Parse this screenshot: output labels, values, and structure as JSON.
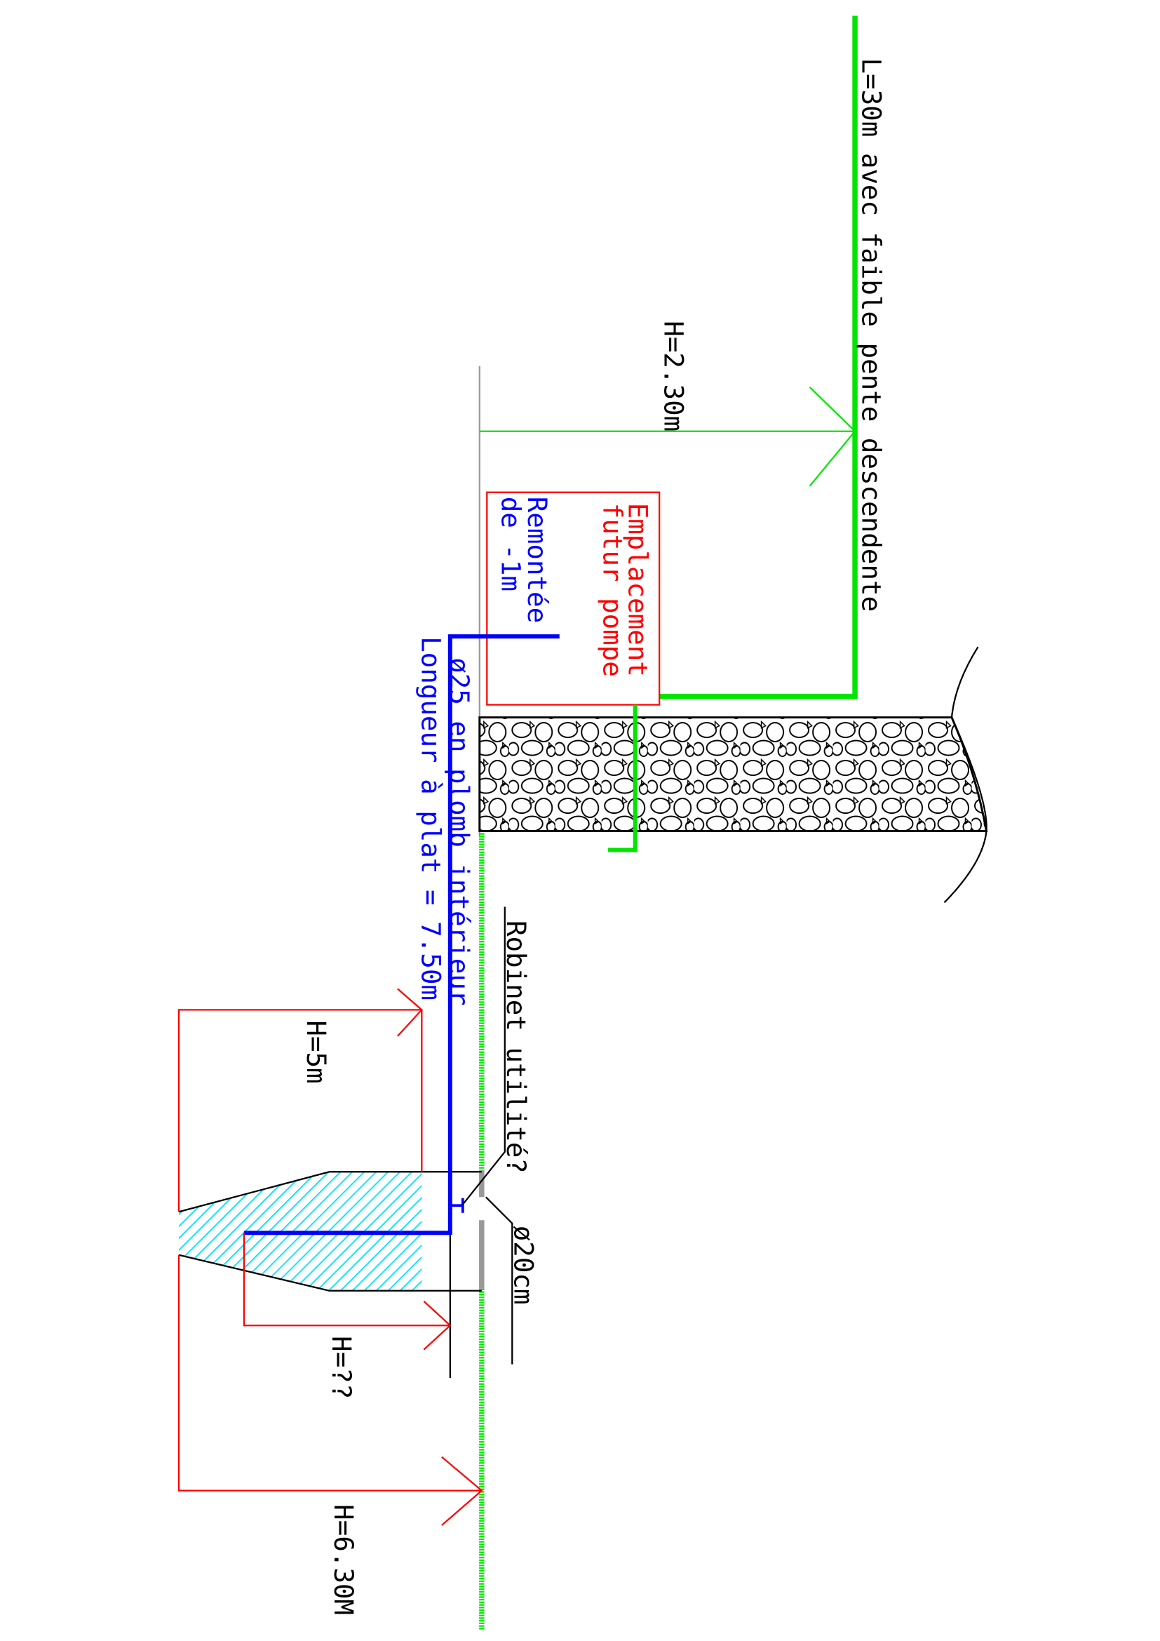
{
  "labels": {
    "pipe_length": "L=30m avec faible pente descendente",
    "height_top": "H=2.30m",
    "pump_line1": "Emplacement",
    "pump_line2": "futur pompe",
    "rise_line1": "Remontée",
    "rise_line2": "de -1m",
    "pipe_diameter": "ø25 en plomb intérieur",
    "pipe_flat_length": "Longueur à plat = 7.50m",
    "tap": "Robinet utilité?",
    "well_diameter": "ø20cm",
    "height_water": "H=5m",
    "height_unknown": "H=??",
    "height_total": "H=6.30M"
  },
  "colors": {
    "green": "#00e600",
    "red": "#ff0000",
    "blue": "#0000ff",
    "cyan": "#00e5ff",
    "gray": "#999999",
    "black": "#000000"
  }
}
